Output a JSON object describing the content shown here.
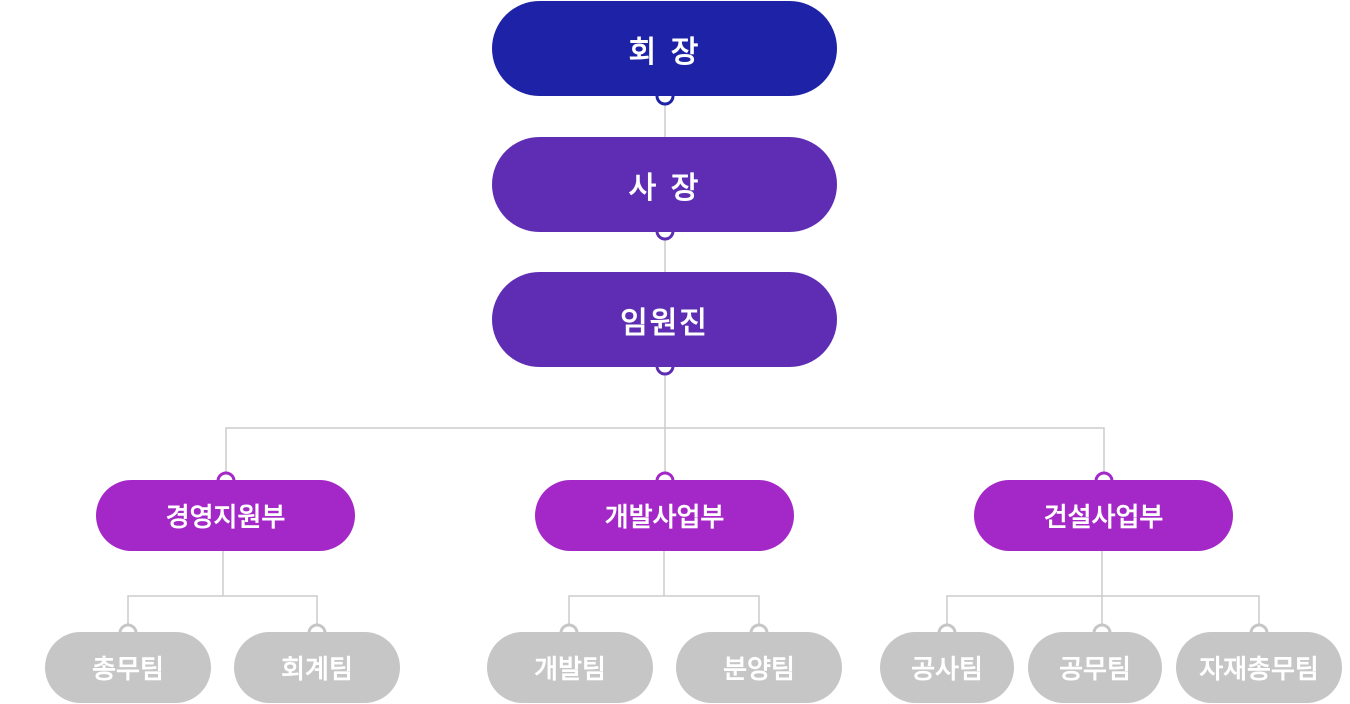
{
  "org": {
    "chairman": "회 장",
    "president": "사 장",
    "executives": "임원진",
    "departments": [
      {
        "name": "경영지원부",
        "teams": [
          "총무팀",
          "회계팀"
        ]
      },
      {
        "name": "개발사업부",
        "teams": [
          "개발팀",
          "분양팀"
        ]
      },
      {
        "name": "건설사업부",
        "teams": [
          "공사팀",
          "공무팀",
          "자재총무팀"
        ]
      }
    ]
  },
  "colors": {
    "chairman": "#1d22a6",
    "president": "#5e2db3",
    "executives": "#5e2db3",
    "department": "#a428c7",
    "team": "#c6c6c6",
    "connector": "#cccccc"
  }
}
